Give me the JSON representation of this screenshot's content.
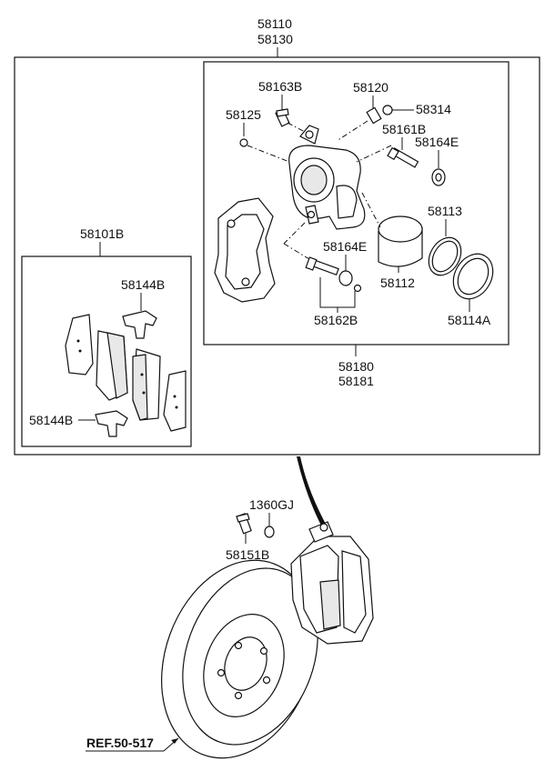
{
  "labels": {
    "l58110": "58110",
    "l58130": "58130",
    "l58163B": "58163B",
    "l58120": "58120",
    "l58314": "58314",
    "l58125": "58125",
    "l58161B": "58161B",
    "l58164E_top": "58164E",
    "l58113": "58113",
    "l58164E_mid": "58164E",
    "l58112": "58112",
    "l58162B": "58162B",
    "l58114A": "58114A",
    "l58101B": "58101B",
    "l58144B_top": "58144B",
    "l58144B_bot": "58144B",
    "l58180": "58180",
    "l58181": "58181",
    "l1360GJ": "1360GJ",
    "l58151B": "58151B",
    "ref": "REF.50-517"
  }
}
